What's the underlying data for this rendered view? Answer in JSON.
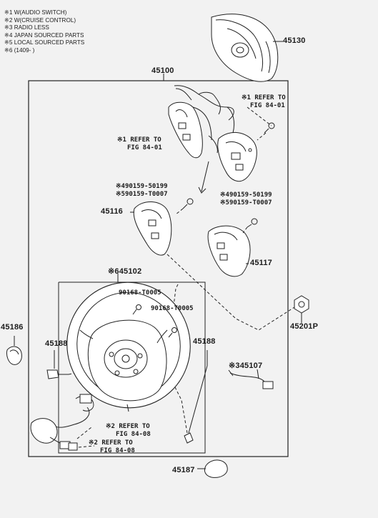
{
  "notes": [
    "※1 W(AUDIO SWITCH)",
    "※2 W(CRUISE CONTROL)",
    "※3 RADIO LESS",
    "※4 JAPAN SOURCED PARTS",
    "※5 LOCAL SOURCED PARTS",
    "※6 (1409-      )"
  ],
  "parts": {
    "p45130": "45130",
    "p45100": "45100",
    "p45116": "45116",
    "p45117": "45117",
    "p45102": "※645102",
    "p45186": "45186",
    "p45188_left": "45188",
    "p45188_right": "45188",
    "p45201p": "45201P",
    "p45107": "※345107",
    "p45187": "45187"
  },
  "refs": {
    "ref1_line1": "※1 REFER TO",
    "ref1_line2": "FIG 84-01",
    "ref2_line1": "※1 REFER TO",
    "ref2_line2": "FIG 84-01",
    "ref3_line1": "※2 REFER TO",
    "ref3_line2": "FIG 84-08",
    "ref4_line1": "※2 REFER TO",
    "ref4_line2": "FIG 84-08"
  },
  "bolts": {
    "left_line1": "※490159-50199",
    "left_line2": "※590159-T0007",
    "right_line1": "※490159-50199",
    "right_line2": "※590159-T0007",
    "screw1": "90168-T0005",
    "screw2": "90168-T0005"
  }
}
